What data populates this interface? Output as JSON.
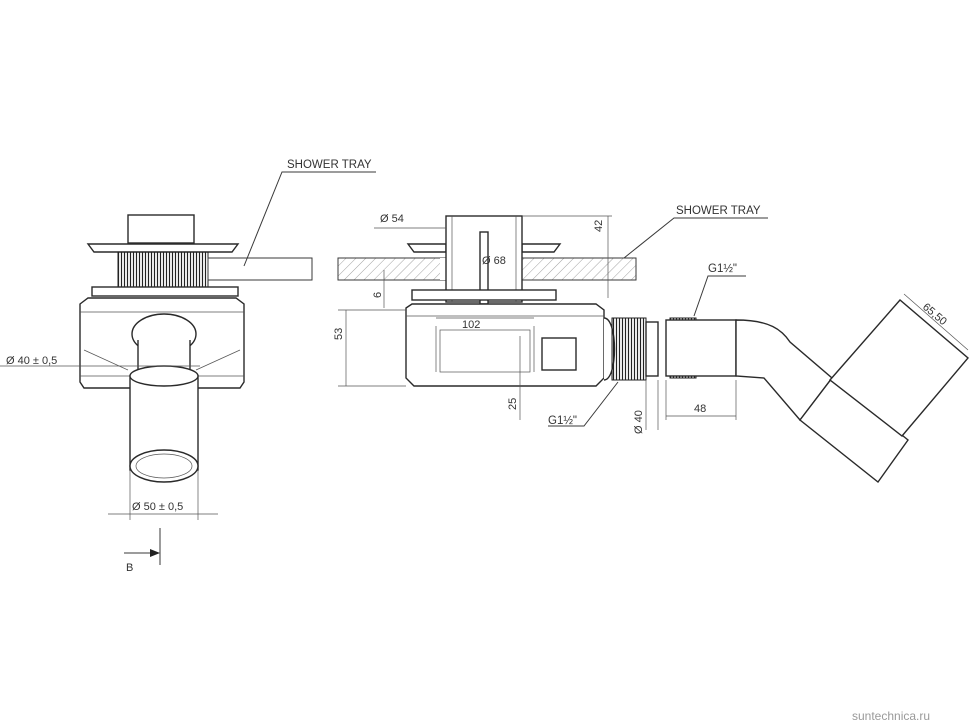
{
  "labels": {
    "shower_tray_left": "SHOWER TRAY",
    "shower_tray_right": "SHOWER TRAY",
    "thread_top": "G1½\"",
    "thread_bottom": "G1½\"",
    "section_marker": "B",
    "watermark": "suntechnica.ru"
  },
  "dimensions": {
    "outlet_diameter_left": "Ø 40 ± 0,5",
    "pipe_diameter_left": "Ø 50 ± 0,5",
    "grate_diameter": "Ø 54",
    "body_diameter": "Ø 68",
    "top_height": "42",
    "tray_gap": "6",
    "body_height": "53",
    "body_width": "102",
    "trap_depth": "25",
    "outlet_diameter_right": "Ø 40",
    "outlet_length": "48",
    "elbow_size": "65,50"
  },
  "colors": {
    "line": "#3a3a3a",
    "text": "#333333",
    "watermark": "#9a9a9a"
  }
}
